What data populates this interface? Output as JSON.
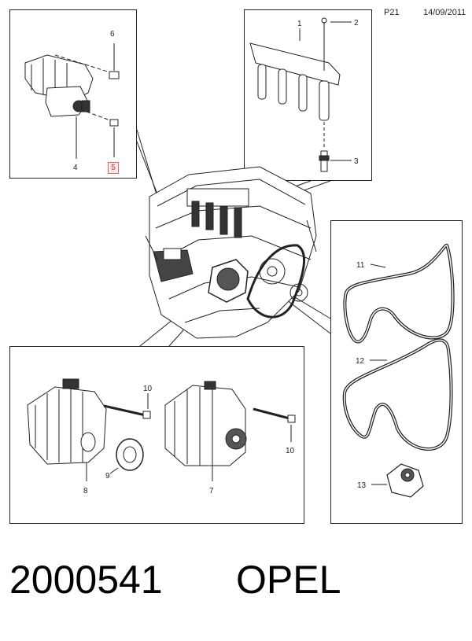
{
  "header": {
    "page_code": "P21",
    "date": "14/09/2011"
  },
  "footer": {
    "part_number": "2000541",
    "brand": "OPEL"
  },
  "callouts": {
    "starter_bolt": "6",
    "starter_motor": "4",
    "starter_nut": "5",
    "ignition_coil": "1",
    "coil_bolt": "2",
    "spark_plug": "3",
    "alternator_bolt_a": "10",
    "alternator_bolt_b": "10",
    "alternator_a": "8",
    "pulley": "9",
    "alternator_b": "7",
    "belt_a": "11",
    "belt_b": "12",
    "tensioner": "13"
  }
}
